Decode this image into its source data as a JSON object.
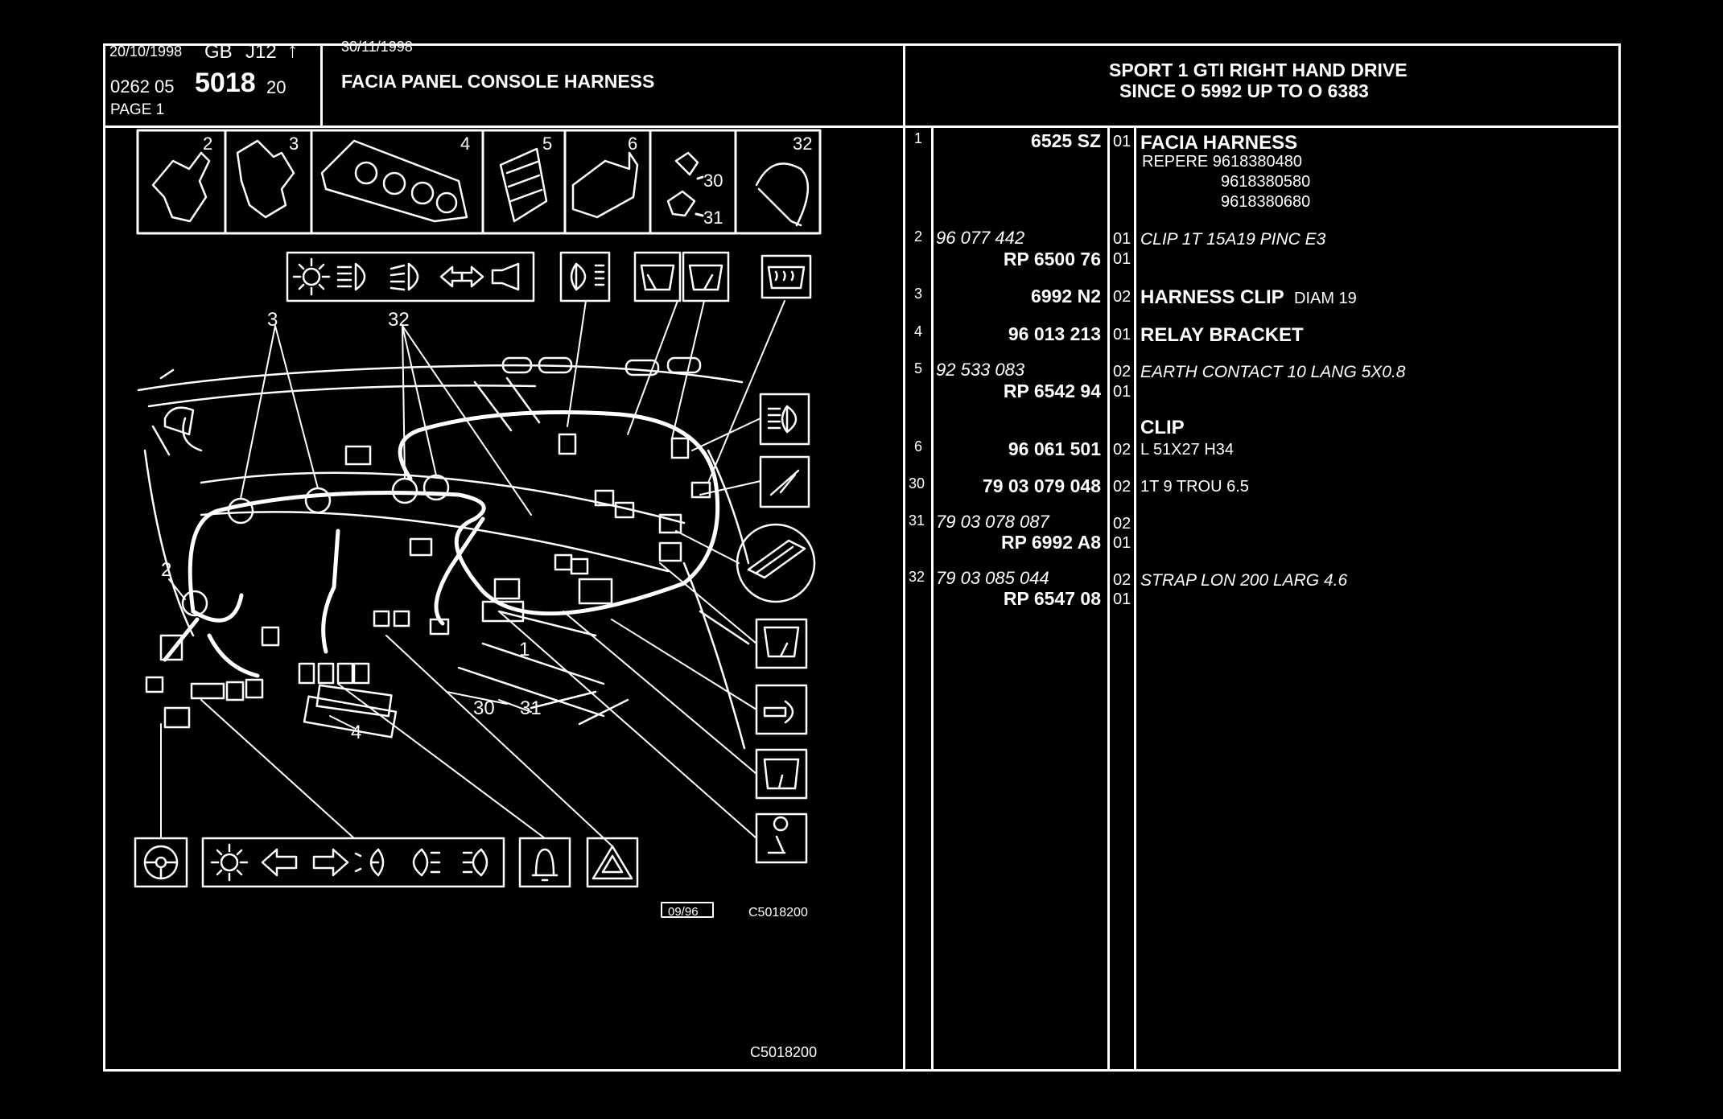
{
  "header": {
    "date": "20/10/1998",
    "lang": "GB",
    "code": "J12",
    "arrow": "↑",
    "date2": "30/11/1998",
    "ref_prefix": "0262 05",
    "ref_main": "5018",
    "ref_suffix": "20",
    "page": "PAGE 1",
    "title": "FACIA PANEL CONSOLE HARNESS",
    "model_line1": "SPORT 1 GTI RIGHT HAND DRIVE",
    "model_line2": "SINCE O  5992 UP  TO  O  6383"
  },
  "diagram": {
    "part_box_numbers": [
      "2",
      "3",
      "4",
      "5",
      "6",
      "30",
      "31",
      "32"
    ],
    "callouts": [
      "3",
      "32",
      "2",
      "1",
      "30",
      "31",
      "4"
    ],
    "date_code": "09/96",
    "figure_code": "C5018200",
    "footer_code": "C5018200",
    "icon_names": [
      "lamp-icon",
      "dipped-beam-icon",
      "main-beam-icon",
      "indicator-left-icon",
      "indicator-right-icon",
      "horn-icon",
      "fog-lamp-icon",
      "wiper-icon",
      "rear-demist-icon",
      "ashtray-icon",
      "hazard-icon",
      "bell-icon",
      "steering-wheel-icon"
    ]
  },
  "parts": [
    {
      "ref": "1",
      "number": "6525 SZ",
      "qty": "01",
      "desc": "FACIA HARNESS",
      "desc_extra": "",
      "italic": false,
      "notes": [
        "REPERE  9618380480",
        "9618380580",
        "9618380680"
      ]
    },
    {
      "ref": "2",
      "number": "96 077 442",
      "qty": "01",
      "desc": "CLIP 1T 15A19 PINC E3",
      "desc_extra": "",
      "italic": true,
      "rp": "RP  6500 76",
      "rp_qty": "01"
    },
    {
      "ref": "3",
      "number": "6992 N2",
      "qty": "02",
      "desc": "HARNESS CLIP",
      "desc_extra": "DIAM 19",
      "italic": false
    },
    {
      "ref": "4",
      "number": "96 013 213",
      "qty": "01",
      "desc": "RELAY BRACKET",
      "desc_extra": "",
      "italic": false
    },
    {
      "ref": "5",
      "number": "92 533 083",
      "qty": "02",
      "desc": "EARTH CONTACT 10 LANG 5X0.8",
      "desc_extra": "",
      "italic": true,
      "rp": "RP  6542 94",
      "rp_qty": "01"
    },
    {
      "ref": "",
      "number": "",
      "qty": "",
      "desc": "CLIP",
      "desc_extra": "",
      "italic": false
    },
    {
      "ref": "6",
      "number": "96 061 501",
      "qty": "02",
      "desc": "L 51X27 H34",
      "desc_extra": "",
      "italic": false
    },
    {
      "ref": "30",
      "number": "79 03 079 048",
      "qty": "02",
      "desc": "1T 9 TROU 6.5",
      "desc_extra": "",
      "italic": false
    },
    {
      "ref": "31",
      "number": "79 03 078 087",
      "qty": "02",
      "desc": "",
      "desc_extra": "",
      "italic": true,
      "rp": "RP  6992 A8",
      "rp_qty": "01"
    },
    {
      "ref": "32",
      "number": "79 03 085 044",
      "qty": "02",
      "desc": "STRAP LON 200 LARG 4.6",
      "desc_extra": "",
      "italic": true,
      "rp": "RP  6547 08",
      "rp_qty": "01"
    }
  ]
}
